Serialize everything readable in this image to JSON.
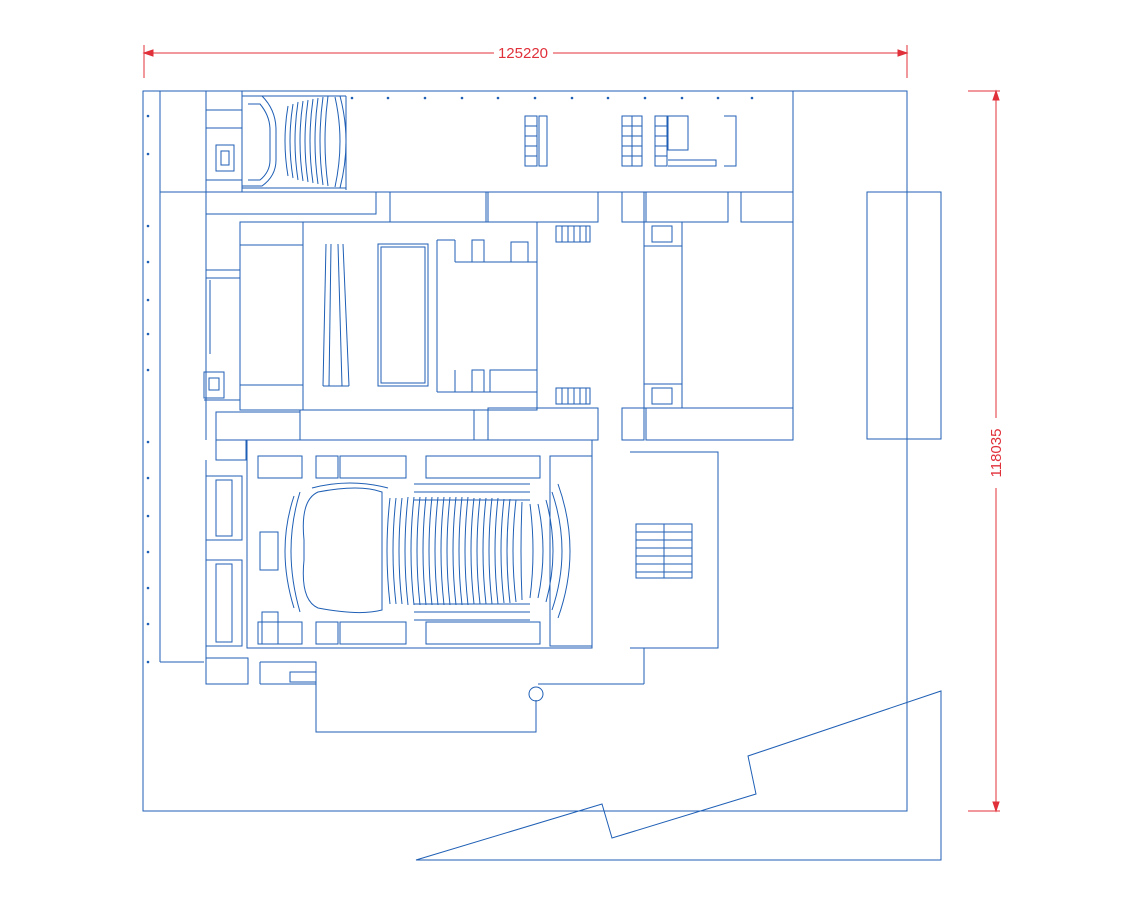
{
  "drawing": {
    "type": "architectural floor plan",
    "line_color": "#1f5fb5",
    "dimension_color": "#e0303a",
    "background": "#ffffff"
  },
  "dimensions": {
    "width_label": "125220",
    "height_label": "118035"
  }
}
